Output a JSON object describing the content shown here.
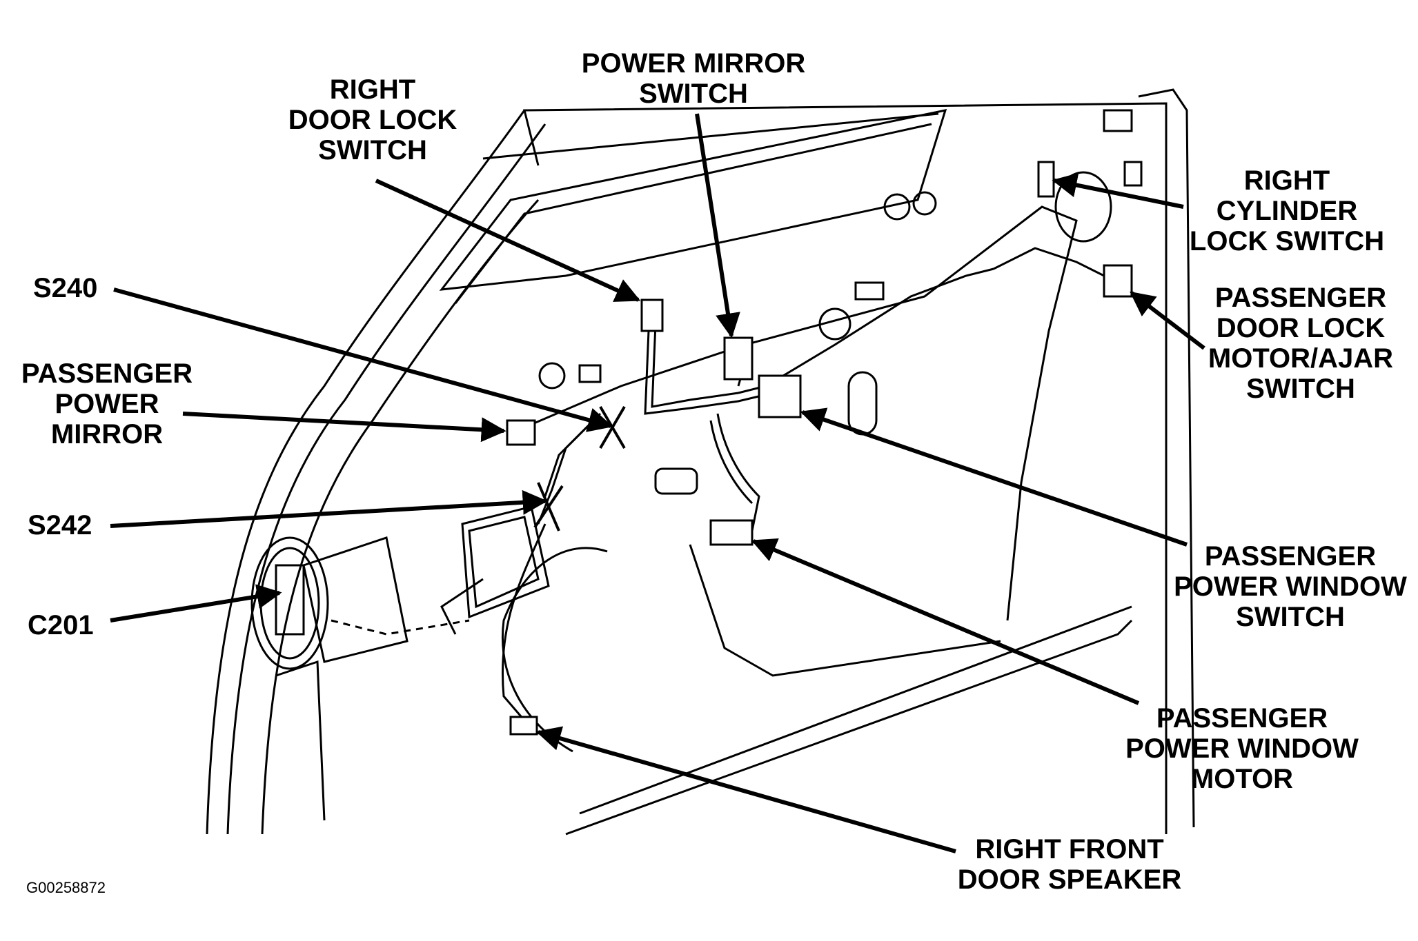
{
  "labels": {
    "right_door_lock_switch": [
      "RIGHT",
      "DOOR LOCK",
      "SWITCH"
    ],
    "power_mirror_switch": [
      "POWER MIRROR",
      "SWITCH"
    ],
    "right_cylinder_lock_switch": [
      "RIGHT",
      "CYLINDER",
      "LOCK SWITCH"
    ],
    "passenger_door_lock_motor": [
      "PASSENGER",
      "DOOR LOCK",
      "MOTOR/AJAR",
      "SWITCH"
    ],
    "s240": "S240",
    "passenger_power_mirror": [
      "PASSENGER",
      "POWER",
      "MIRROR"
    ],
    "s242": "S242",
    "c201": "C201",
    "passenger_power_window_switch": [
      "PASSENGER",
      "POWER WINDOW",
      "SWITCH"
    ],
    "passenger_power_window_motor": [
      "PASSENGER",
      "POWER WINDOW",
      "MOTOR"
    ],
    "right_front_door_speaker": [
      "RIGHT FRONT",
      "DOOR SPEAKER"
    ]
  },
  "figure_id": "G00258872"
}
